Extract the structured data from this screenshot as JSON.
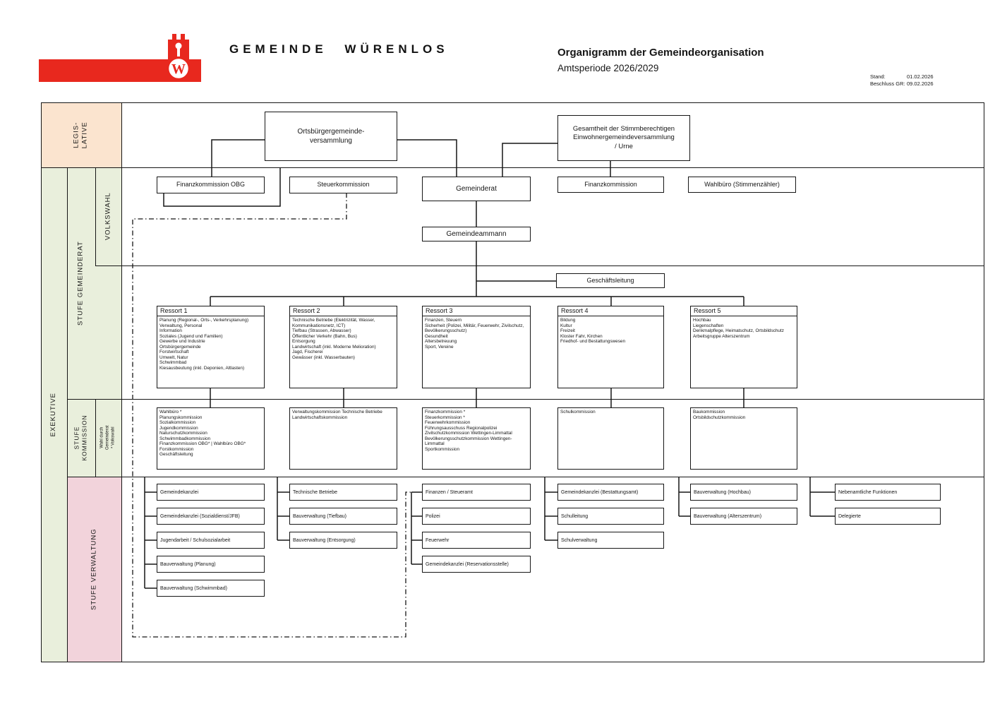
{
  "header": {
    "brand": "GEMEINDE WÜRENLOS",
    "title": "Organigramm der Gemeindeorganisation",
    "subtitle": "Amtsperiode 2026/2029",
    "meta": {
      "stand_label": "Stand:",
      "stand_value": "01.02.2026",
      "beschluss_label": "Beschluss GR:",
      "beschluss_value": "09.02.2026"
    }
  },
  "colors": {
    "brand_red": "#e8281e",
    "peach": "#fbe4cf",
    "green": "#e9efdc",
    "pink": "#f2d3db",
    "line": "#161616"
  },
  "row_labels": {
    "legislative": "LEGIS-\nLATIVE",
    "exekutive": "EXEKUTIVE",
    "stufe_gemeinderat": "STUFE GEMEINDERAT",
    "volkswahl": "VOLKSWAHL",
    "stufe_kommission": "STUFE\nKOMMISSION",
    "wahl_durch": "Wahl durch\nGemeinderat\n* Volkswahl",
    "stufe_verwaltung": "STUFE VERWALTUNG"
  },
  "legislative": {
    "ortsbuergergemeinde": "Ortsbürgergemeinde-\nversammlung",
    "gesamtheit": "Gesamtheit der Stimmberechtigen\nEinwohnergemeindeversammlung\n/ Urne"
  },
  "volkswahl_row": {
    "finanzkommission_obg": "Finanzkommission OBG",
    "steuerkommission": "Steuerkommission",
    "gemeinderat": "Gemeinderat",
    "finanzkommission": "Finanzkommission",
    "wahlbuero": "Wahlbüro (Stimmenzähler)",
    "gemeindeammann": "Gemeindeammann",
    "geschaeftsleitung": "Geschäftsleitung"
  },
  "ressorts": [
    {
      "title": "Ressort 1",
      "items": [
        "Planung (Regional-, Orts-, Verkehrsplanung)",
        "Verwaltung, Personal",
        "Information",
        "Soziales (Jugend und Familien)",
        "Gewerbe und Industrie",
        "Ortsbürgergemeinde",
        "Forstwirtschaft",
        "Umwelt, Natur",
        "Schwimmbad",
        "Kiesausbeutung (inkl. Deponien, Altlasten)"
      ]
    },
    {
      "title": "Ressort 2",
      "items": [
        "Technische Betriebe (Elektrizität, Wasser, Kommunikationsnetz, ICT)",
        "Tiefbau (Strassen, Abwasser)",
        "Öffentlicher Verkehr (Bahn, Bus)",
        "Entsorgung",
        "Landwirtschaft (inkl. Moderne Melioration)",
        "Jagd, Fischerei",
        "Gewässer (inkl. Wasserbauten)"
      ]
    },
    {
      "title": "Ressort 3",
      "items": [
        "Finanzen, Steuern",
        "Sicherheit (Polizei, Militär, Feuerwehr, Zivilschutz, Bevölkerungsschutz)",
        "Gesundheit",
        "Altersbetreuung",
        "Sport, Vereine"
      ]
    },
    {
      "title": "Ressort 4",
      "items": [
        "Bildung",
        "Kultur",
        "Freizeit",
        "Kloster Fahr, Kirchen",
        "Friedhof- und Bestattungswesen"
      ]
    },
    {
      "title": "Ressort 5",
      "items": [
        "Hochbau",
        "Liegenschaften",
        "Denkmalpflege, Heimatschutz, Ortsbildschutz",
        "Arbeitsgruppe Alterszentrum"
      ]
    }
  ],
  "kommissionen": [
    {
      "items": [
        "Wahlbüro *",
        "Planungskommission",
        "Sozialkommission",
        "Jugendkommission",
        "Naturschutzkommission",
        "Schwimmbadkommission",
        "Finanzkommission OBG* | Wahlbüro OBG*",
        "Forstkommission",
        "Geschäftsleitung"
      ]
    },
    {
      "items": [
        "Verwaltungskommission Technische Betriebe",
        "Landwirtschaftskommission"
      ]
    },
    {
      "items": [
        "Finanzkommission *",
        "Steuerkommission *",
        "Feuerwehrkommission",
        "Führungsausschuss Regionalpolizei",
        "Zivilschutzkommission Wettingen-Limmattal",
        "Bevölkerungsschutzkommission Wettingen-Limmattal",
        "Sportkommission"
      ]
    },
    {
      "items": [
        "Schulkommission"
      ]
    },
    {
      "items": [
        "Baukommission",
        "Ortsbildschutzkommission"
      ]
    }
  ],
  "verwaltung": {
    "columns": [
      {
        "boxes": [
          "Gemeindekanzlei",
          "Gemeindekanzlei (Sozialdienst/JFB)",
          "Jugendarbeit / Schulsozialarbeit",
          "Bauverwaltung (Planung)",
          "Bauverwaltung (Schwimmbad)"
        ]
      },
      {
        "boxes": [
          "Technische Betriebe",
          "Bauverwaltung (Tiefbau)",
          "Bauverwaltung (Entsorgung)"
        ]
      },
      {
        "boxes": [
          "Finanzen / Steueramt",
          "Polizei",
          "Feuerwehr",
          "Gemeindekanzlei (Reservationsstelle)"
        ]
      },
      {
        "boxes": [
          "Gemeindekanzlei (Bestattungsamt)",
          "Schulleitung",
          "Schulverwaltung"
        ]
      },
      {
        "boxes": [
          "Bauverwaltung (Hochbau)",
          "Bauverwaltung (Alterszentrum)"
        ]
      },
      {
        "boxes": [
          "Nebenamtliche Funktionen",
          "Delegierte"
        ]
      }
    ]
  }
}
